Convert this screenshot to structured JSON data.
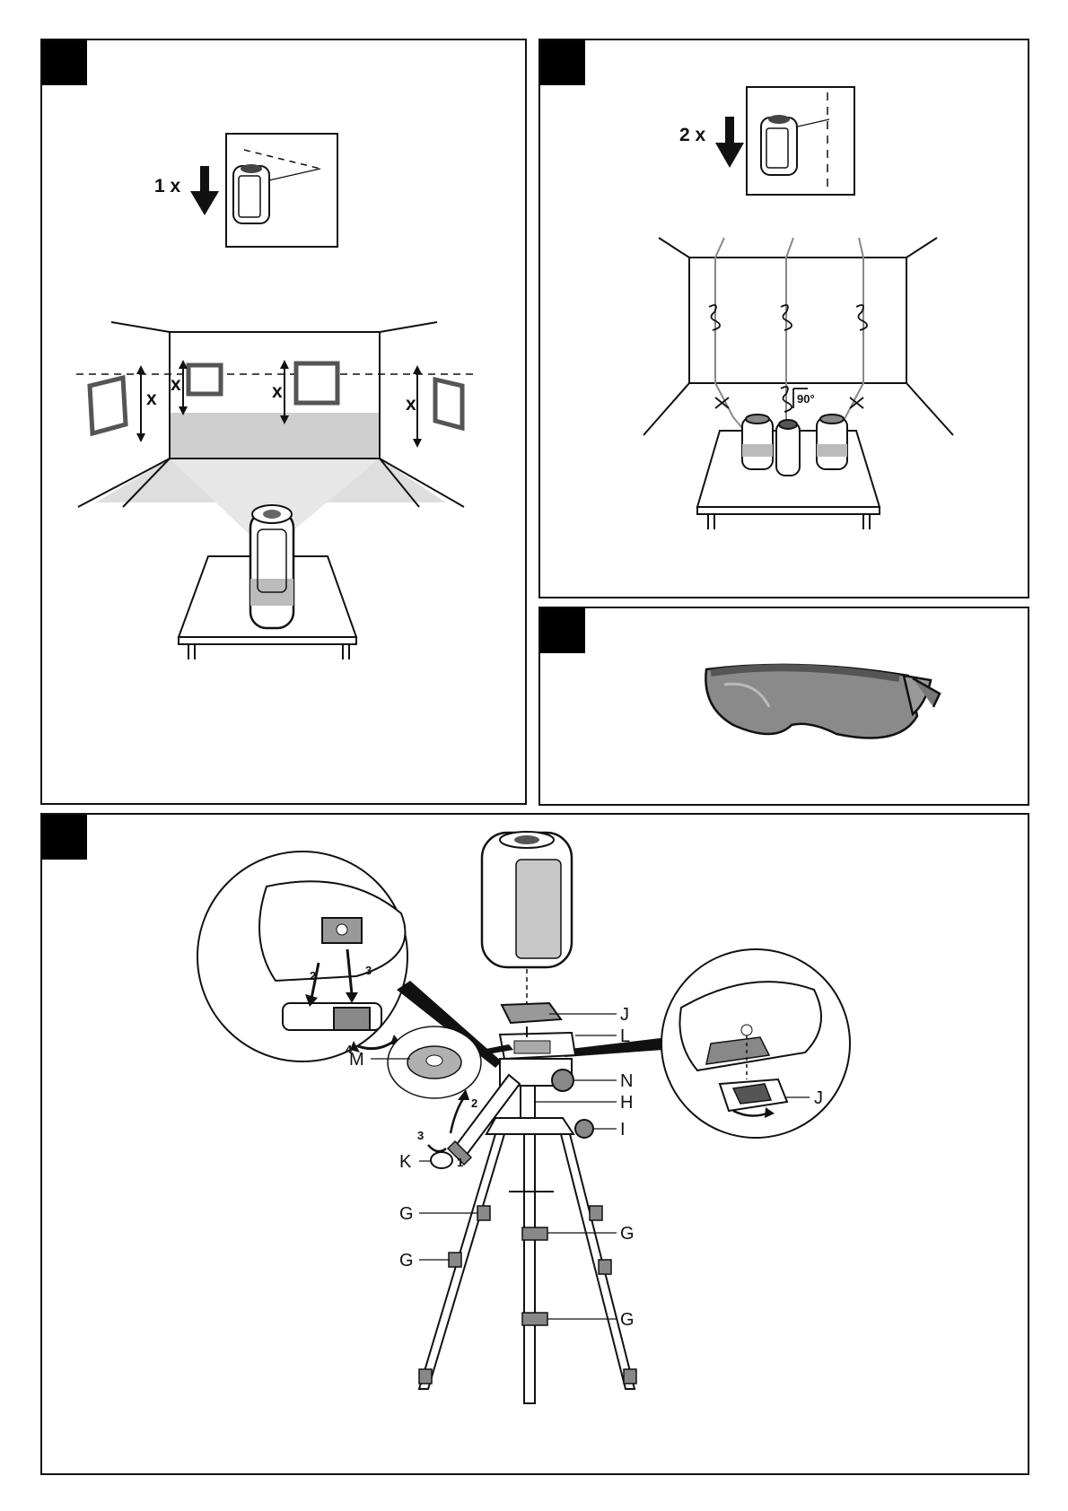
{
  "panel1": {
    "instruction": "1 x",
    "measure_label": "x"
  },
  "panel2": {
    "instruction": "2 x",
    "angle": "90°"
  },
  "panel3": {
    "item": "safety-glasses"
  },
  "panel4": {
    "labels": {
      "J": "J",
      "L": "L",
      "M": "M",
      "N": "N",
      "H": "H",
      "I": "I",
      "K": "K",
      "G": "G"
    },
    "steps": {
      "s1": "1",
      "s2": "2",
      "s3": "3",
      "s4": "4"
    }
  },
  "colors": {
    "line": "#111111",
    "grey": "#bdbdbd",
    "darkgrey": "#6e6e6e"
  }
}
